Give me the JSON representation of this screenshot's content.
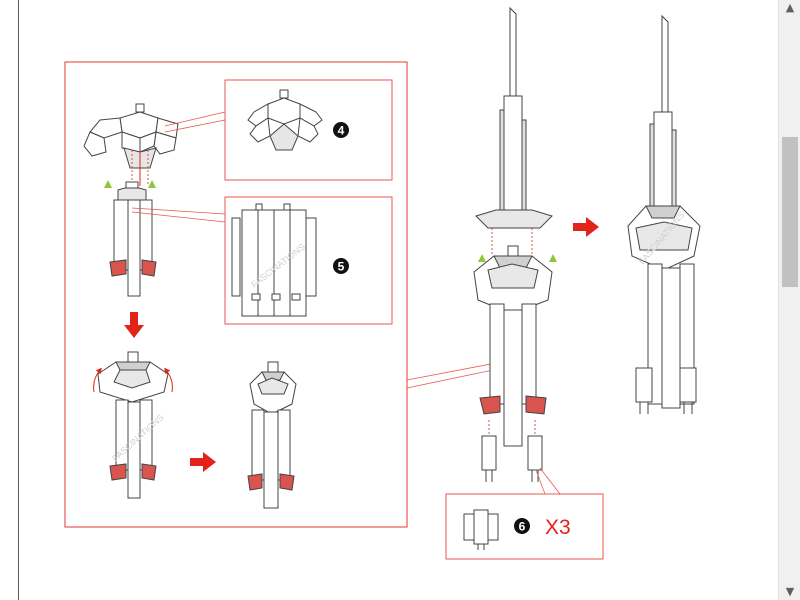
{
  "document": {
    "watermark": "FASCINATIONS",
    "steps": [
      {
        "number": "4"
      },
      {
        "number": "5"
      },
      {
        "number": "6",
        "quantity": "X3"
      }
    ],
    "colors": {
      "frame": "#e8574f",
      "accent_red": "#e2231a",
      "tab_fill": "#d9534f",
      "triangle_green": "#8dc63f",
      "line": "#444444",
      "shade": "#c8c8c8"
    }
  },
  "scrollbar": {
    "up_icon": "chevron-up-icon",
    "down_icon": "chevron-down-icon"
  }
}
